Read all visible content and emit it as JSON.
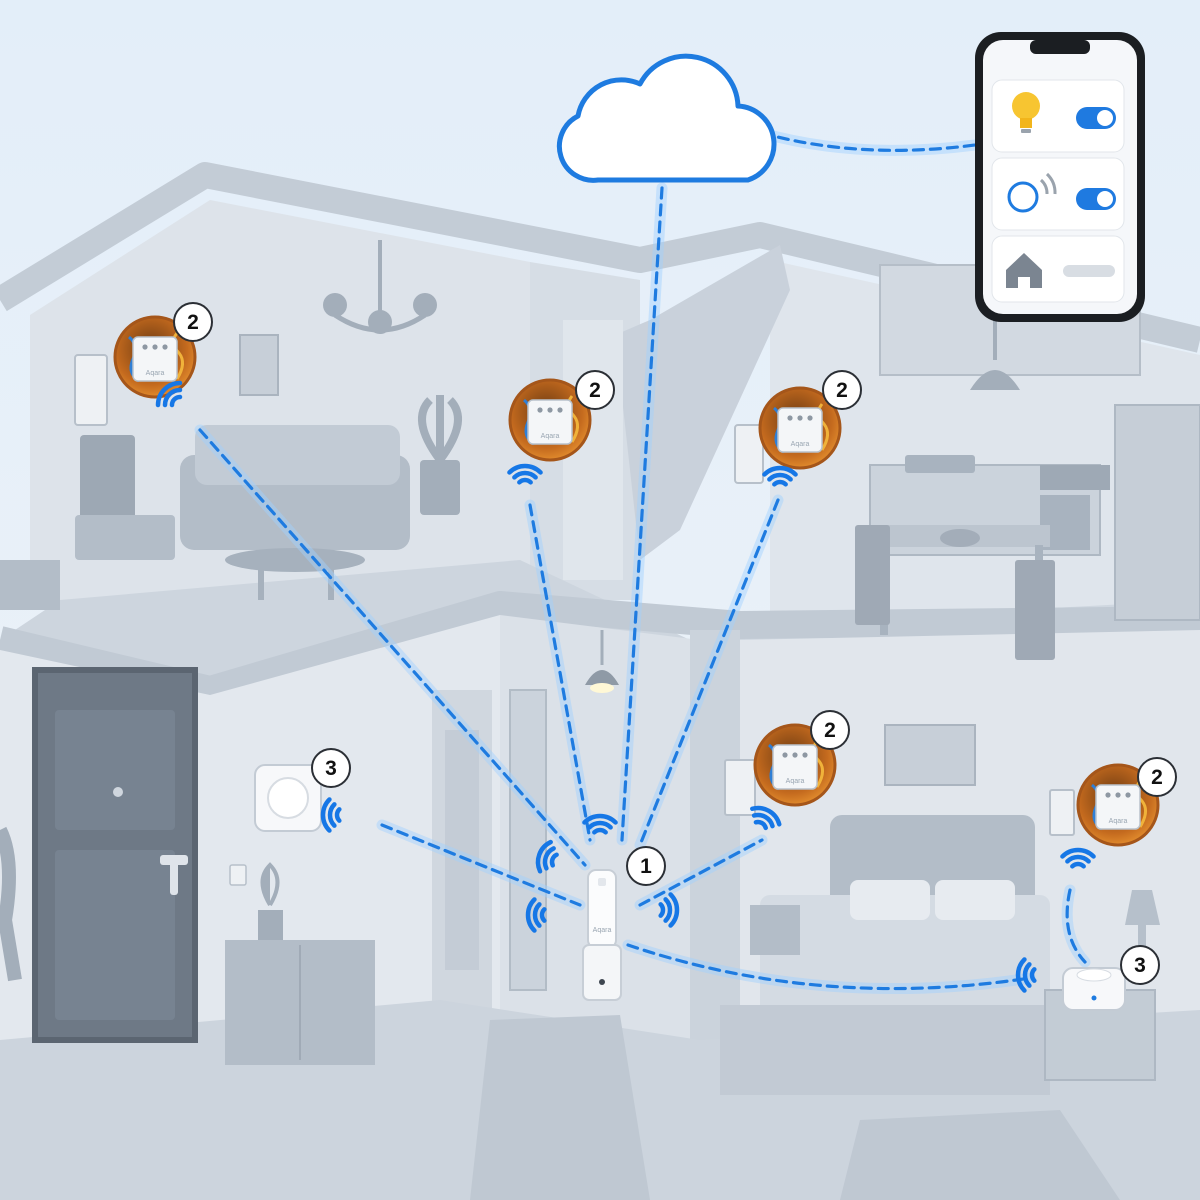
{
  "colors": {
    "accent": "#1e7be0",
    "toggle_on": "#1f7ae0",
    "wall": "#d4dbe3",
    "floor": "#c9d2dc",
    "background": "#eef3f8",
    "relay_box": "#c9701f"
  },
  "cloud": {
    "icon": "cloud-icon"
  },
  "phone": {
    "rows": [
      {
        "icon": "lightbulb-icon",
        "control": "toggle",
        "state": "on"
      },
      {
        "icon": "wireless-switch-icon",
        "control": "toggle",
        "state": "on"
      },
      {
        "icon": "home-icon",
        "control": "bar"
      }
    ]
  },
  "hub": {
    "badge": "1",
    "brand": "Aqara"
  },
  "relays": [
    {
      "id": "relay-living-room",
      "badge": "2",
      "brand": "Aqara"
    },
    {
      "id": "relay-hallway-upstairs",
      "badge": "2",
      "brand": "Aqara"
    },
    {
      "id": "relay-kitchen",
      "badge": "2",
      "brand": "Aqara"
    },
    {
      "id": "relay-bedroom-wall",
      "badge": "2",
      "brand": "Aqara"
    },
    {
      "id": "relay-bedroom-side",
      "badge": "2",
      "brand": "Aqara"
    }
  ],
  "switches": [
    {
      "id": "wireless-switch-entrance",
      "badge": "3"
    },
    {
      "id": "wireless-switch-nightstand",
      "badge": "3"
    }
  ]
}
